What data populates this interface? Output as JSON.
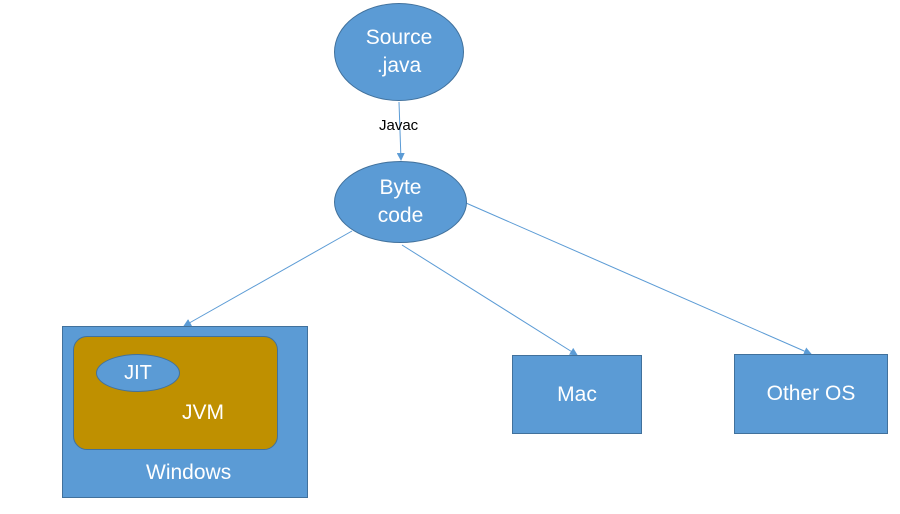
{
  "diagram": {
    "nodes": {
      "source": {
        "label": "Source\n.java"
      },
      "bytecode": {
        "label": "Byte\ncode"
      },
      "windows": {
        "label": "Windows"
      },
      "jvm": {
        "label": "JVM"
      },
      "jit": {
        "label": "JIT"
      },
      "mac": {
        "label": "Mac"
      },
      "other_os": {
        "label": "Other OS"
      }
    },
    "edges": {
      "javac": {
        "label": "Javac"
      }
    }
  },
  "colors": {
    "node_fill": "#5b9bd5",
    "node_border": "#41719c",
    "jvm_fill": "#bf9000",
    "edge": "#5b9bd5",
    "text_light": "#ffffff",
    "text_dark": "#000000"
  }
}
